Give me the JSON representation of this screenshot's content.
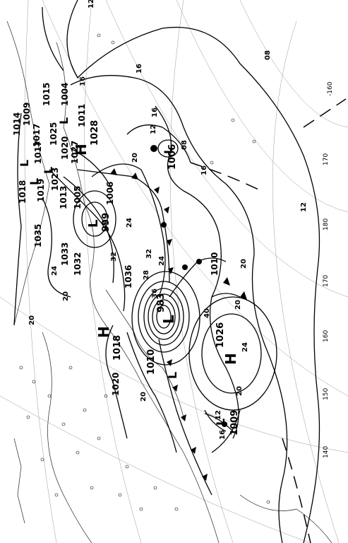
{
  "pressure_centers": [
    {
      "type": "H",
      "pressure": "1028"
    },
    {
      "type": "H",
      "pressure": "1018"
    },
    {
      "type": "H",
      "pressure": "1026"
    },
    {
      "type": "L",
      "pressure": "999"
    },
    {
      "type": "L",
      "pressure": "983"
    },
    {
      "type": "L",
      "pressure": "1006"
    },
    {
      "type": "L",
      "pressure": "1010"
    },
    {
      "type": "L",
      "pressure": "1009"
    },
    {
      "type": "L",
      "pressure": "1019"
    },
    {
      "type": "L",
      "pressure": "1017"
    },
    {
      "type": "L",
      "pressure": "1023"
    },
    {
      "type": "L",
      "pressure": "1025"
    }
  ],
  "pressure_values": [
    "1004",
    "1009",
    "1011",
    "1013",
    "1014",
    "1015",
    "1017",
    "1018",
    "1020",
    "1027",
    "1005",
    "1006",
    "1032",
    "1033",
    "1035",
    "1036",
    "1010",
    "1020"
  ],
  "wind_labels": [
    "12",
    "08",
    "16",
    "20",
    "24",
    "28",
    "32",
    "36",
    "40"
  ],
  "longitude_labels": [
    "-160",
    "170",
    "180",
    "170",
    "160",
    "150",
    "140"
  ],
  "colors": {
    "line": "#000000",
    "grid": "#999999",
    "background": "#ffffff"
  }
}
